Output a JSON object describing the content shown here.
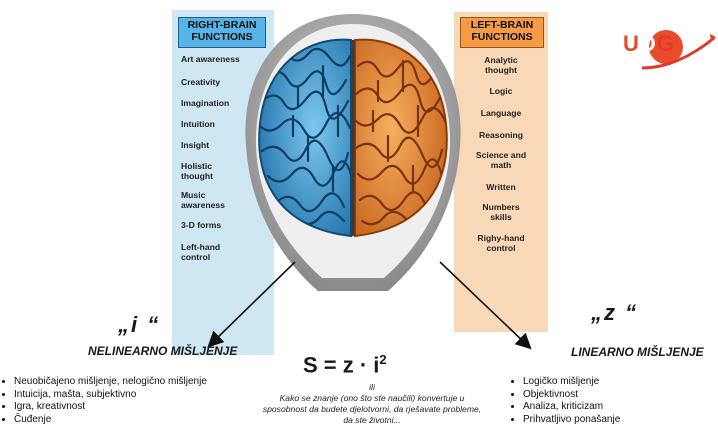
{
  "right_panel": {
    "header": "RIGHT-BRAIN FUNCTIONS",
    "items": [
      "Art awareness",
      "Creativity",
      "Imagination",
      "Intuition",
      "Insight",
      "Holistic thought",
      "Music awareness",
      "3-D forms",
      "Left-hand control"
    ]
  },
  "left_panel": {
    "header": "LEFT-BRAIN FUNCTIONS",
    "items": [
      "Analytic thought",
      "Logic",
      "Language",
      "Reasoning",
      "Science and math",
      "Written",
      "Numbers skills",
      "Righy-hand control"
    ]
  },
  "logo": {
    "text": "UDG"
  },
  "labels": {
    "i": "„i “",
    "z": "„z “"
  },
  "nonlinear": {
    "heading": "NELINEARNO MIŠLJENJE",
    "items": [
      "Neuobičajeno mišljenje, nelogično mišljenje",
      "Intuicija, mašta, subjektivno",
      "Igra, kreativnost",
      "Čuđenje"
    ]
  },
  "linear": {
    "heading": "LINEARNO MIŠLJENJE",
    "items": [
      "Logičko mišljenje",
      "Objektivnost",
      "Analiza, kriticizam",
      "Prihvatljivo ponašanje"
    ]
  },
  "formula": {
    "main": "S = z · i",
    "exp": "2"
  },
  "middle": {
    "ili": "ili",
    "text": "Kako se znanje (ono što ste naučili) konvertuje u sposobnost da budete djelotvorni, da rješavate probleme, da ste životni..."
  },
  "colors": {
    "right_brain": "#3a9fd8",
    "left_brain": "#ef8a2f",
    "right_panel": "#cfe6f3",
    "left_panel": "#f8d8b7"
  }
}
